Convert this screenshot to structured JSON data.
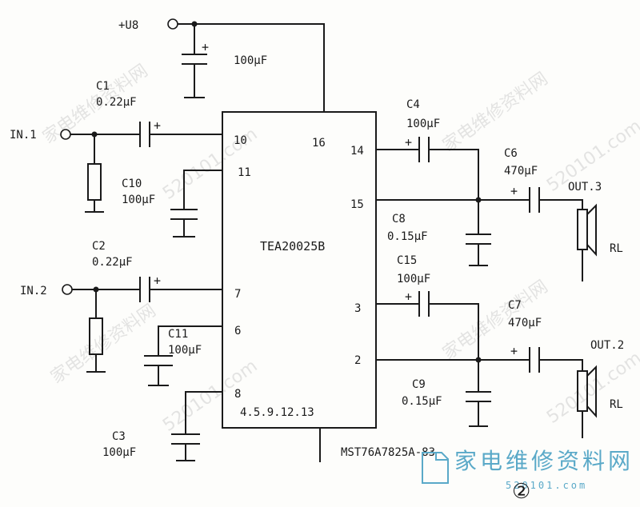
{
  "ic": {
    "name": "TEA20025B",
    "pins": {
      "p10": "10",
      "p11": "11",
      "p16": "16",
      "p14": "14",
      "p15": "15",
      "p7": "7",
      "p6": "6",
      "p3": "3",
      "p2": "2",
      "p8": "8",
      "ground": "4.5.9.12.13"
    }
  },
  "supply": {
    "label": "+U8",
    "cap_value": "100μF"
  },
  "inputs": {
    "in1": "IN.1",
    "in2": "IN.2"
  },
  "outputs": {
    "out3": "OUT.3",
    "out2": "OUT.2",
    "load1": "RL",
    "load2": "RL"
  },
  "caps": {
    "c1": {
      "name": "C1",
      "value": "0.22μF"
    },
    "c2": {
      "name": "C2",
      "value": "0.22μF"
    },
    "c3": {
      "name": "C3",
      "value": "100μF"
    },
    "c4": {
      "name": "C4",
      "value": "100μF"
    },
    "c6": {
      "name": "C6",
      "value": "470μF"
    },
    "c7": {
      "name": "C7",
      "value": "470μF"
    },
    "c8": {
      "name": "C8",
      "value": "0.15μF"
    },
    "c9": {
      "name": "C9",
      "value": "0.15μF"
    },
    "c10": {
      "name": "C10",
      "value": "100μF"
    },
    "c11": {
      "name": "C11",
      "value": "100μF"
    },
    "c15": {
      "name": "C15",
      "value": "100μF"
    }
  },
  "footer": {
    "part": "MST76A7825A-83",
    "figure": "②"
  },
  "watermark": {
    "cn": "家电维修资料网",
    "site": "520101.com",
    "brand_cn": "家电维修资料网",
    "brand_site": "520101.com"
  }
}
